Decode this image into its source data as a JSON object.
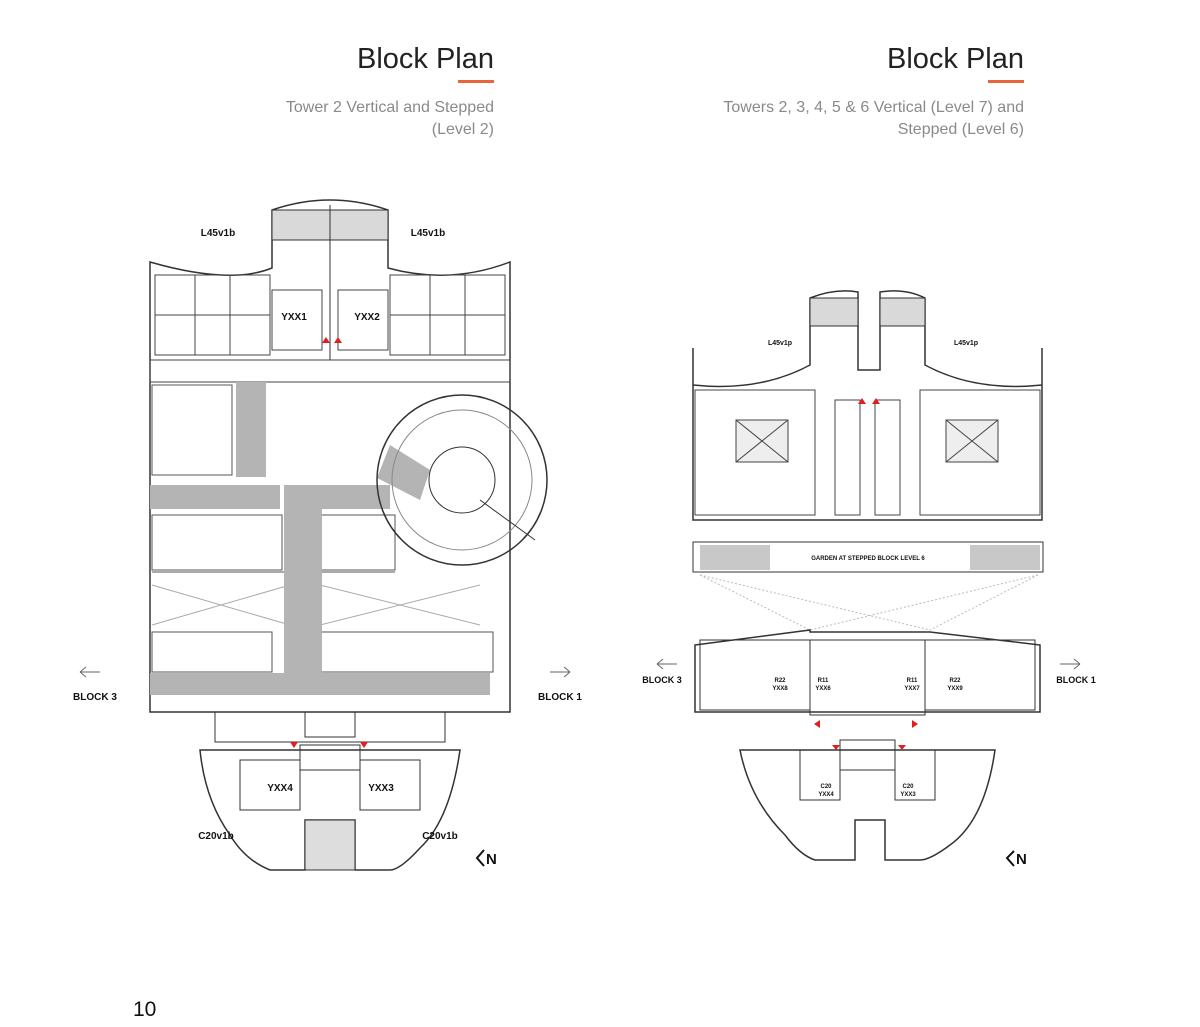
{
  "left": {
    "title": "Block Plan",
    "subtitle_line1": "Tower 2 Vertical and Stepped",
    "subtitle_line2": "(Level 2)",
    "labels": {
      "unit_top_left": "L45v1b",
      "unit_top_right": "L45v1b",
      "core_1": "YXX1",
      "core_2": "YXX2",
      "core_3": "YXX3",
      "core_4": "YXX4",
      "unit_bottom_left": "C20v1b",
      "unit_bottom_right": "C20v1b",
      "block_left": "BLOCK 3",
      "block_right": "BLOCK 1",
      "north": "N"
    }
  },
  "right": {
    "title": "Block Plan",
    "subtitle_line1": "Towers 2, 3, 4, 5 & 6 Vertical (Level 7) and",
    "subtitle_line2": "Stepped (Level 6)",
    "labels": {
      "unit_top_left": "L45v1p",
      "unit_top_right": "L45v1p",
      "garden": "GARDEN AT STEPPED BLOCK LEVEL 6",
      "block_left": "BLOCK 3",
      "block_right": "BLOCK 1",
      "r22_left": "R22",
      "r22_left_code": "YXX8",
      "r11_left": "R11",
      "r11_left_code": "YXX6",
      "r11_right": "R11",
      "r11_right_code": "YXX7",
      "r22_right": "R22",
      "r22_right_code": "YXX9",
      "c20_left": "C20",
      "c20_left_code": "YXX4",
      "c20_right": "C20",
      "c20_right_code": "YXX3",
      "north": "N"
    }
  },
  "page_number": "10",
  "colors": {
    "accent": "#e8653a",
    "subtitle": "#8a8a8a",
    "hatch": "#9a9a9a",
    "arrow_red": "#e02020"
  }
}
